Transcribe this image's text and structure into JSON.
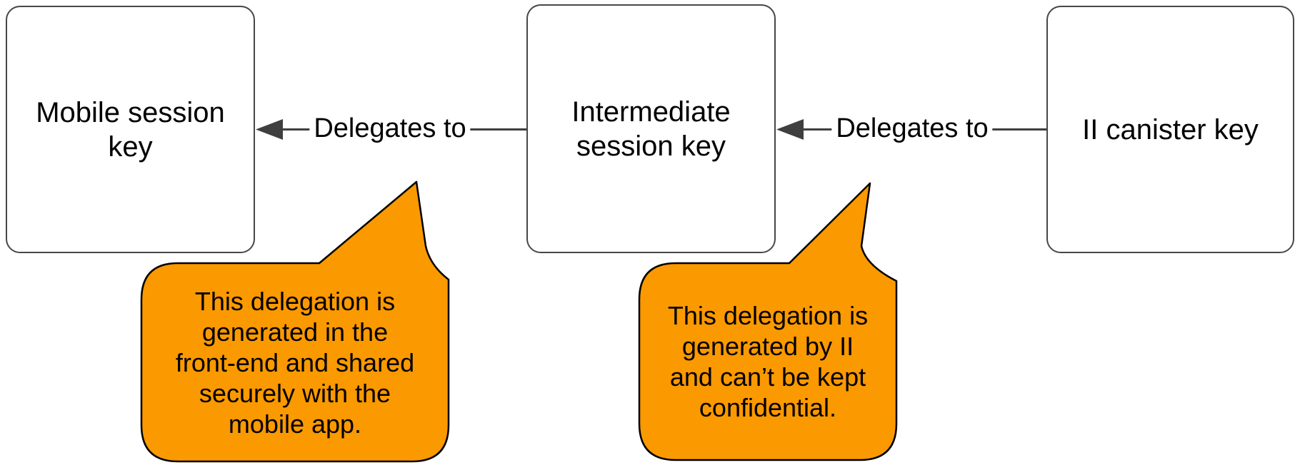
{
  "diagram": {
    "boxes": [
      {
        "id": "mobile-session-key",
        "label": "Mobile session\nkey"
      },
      {
        "id": "intermediate-session-key",
        "label": "Intermediate\nsession key"
      },
      {
        "id": "ii-canister-key",
        "label": "II canister key"
      }
    ],
    "connectors": [
      {
        "label": "Delegates to",
        "from": "Intermediate session key",
        "to": "Mobile session key"
      },
      {
        "label": "Delegates to",
        "from": "II canister key",
        "to": "Intermediate session key"
      }
    ],
    "callouts": [
      {
        "text": "This delegation is\ngenerated in the\nfront-end and shared\nsecurely with the\nmobile app."
      },
      {
        "text": "This delegation is\ngenerated by II\nand can’t be kept\nconfidential."
      }
    ],
    "colors": {
      "background": "#ffffff",
      "box_fill": "#ffffff",
      "box_border": "#474747",
      "connector": "#3f3f3f",
      "callout_fill": "#fb9900",
      "callout_border": "#000000",
      "text": "#000000"
    }
  }
}
